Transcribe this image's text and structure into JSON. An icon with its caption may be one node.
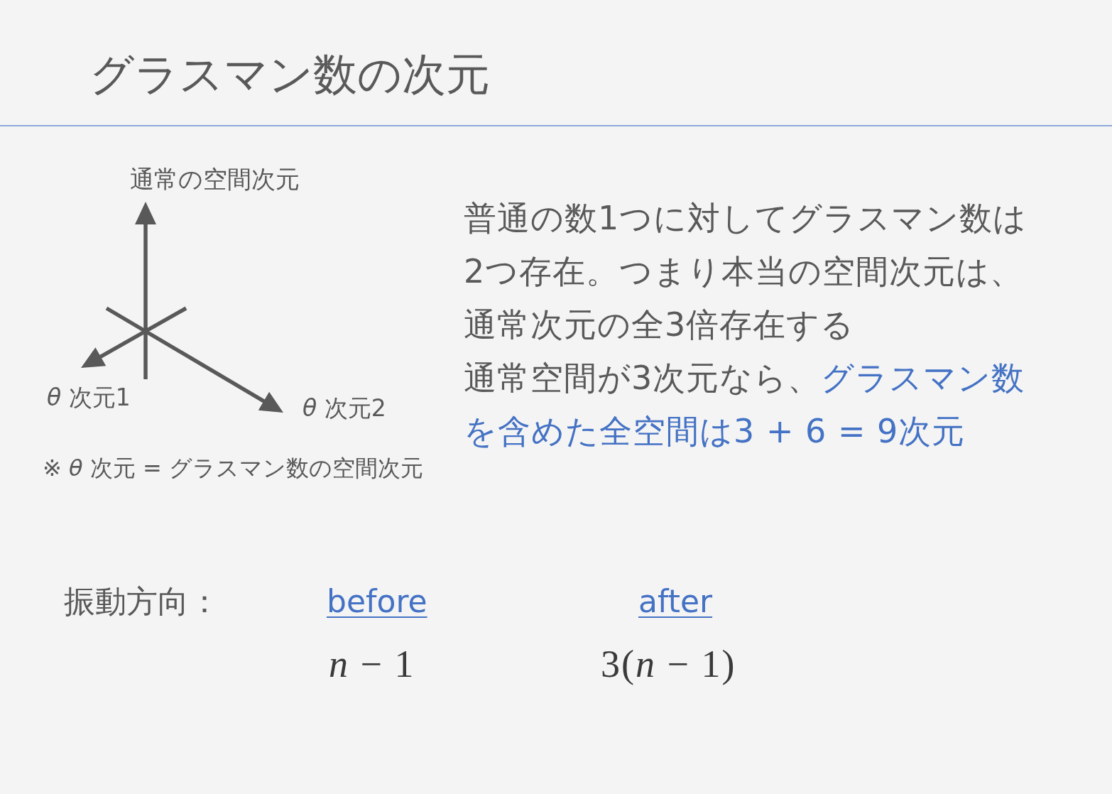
{
  "diagram": {
    "title": "グラスマン数の次元",
    "labels": [
      "通常の空間次元",
      "*θ* 次元1",
      "*θ* 次元2",
      "※ *θ* 次元 = グラスマン数の空間次元",
      "普通の数1つに対してグラスマン数は2つ存在。つまり本当の空間次元は、通常次元の全3倍存在する",
      "通常空間が3次元なら、",
      "グラスマン数を含めた全空間は3 + 6 = 9次元",
      "振動方向：",
      "before",
      "after",
      "*n* − 1",
      "3(*n* − 1)"
    ]
  }
}
